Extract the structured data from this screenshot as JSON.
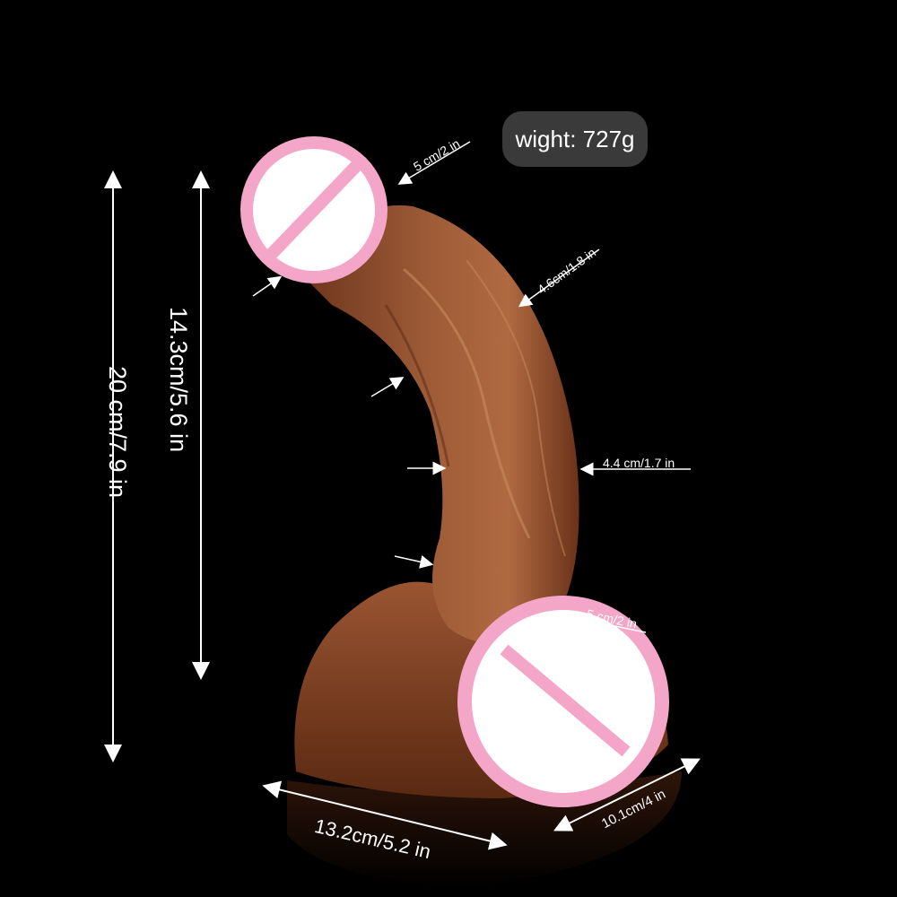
{
  "weight_badge": "wight: 727g",
  "dimensions": {
    "total_length": "20 cm/7.9 in",
    "insertable_length": "14.3cm/5.6 in",
    "head_diameter": "5 cm/2 in",
    "upper_diameter": "4.6cm/1.8 in",
    "mid_diameter": "4.4 cm/1.7 in",
    "base_shaft_diameter": "5 cm/2 in",
    "base_width": "13.2cm/5.2 in",
    "base_depth": "10.1cm/4 in"
  },
  "colors": {
    "background": "#000000",
    "product_body": "#8a4a2c",
    "censor_ring": "#f3a6c8",
    "censor_fill": "#ffffff",
    "badge_bg": "#3a3a3a"
  }
}
